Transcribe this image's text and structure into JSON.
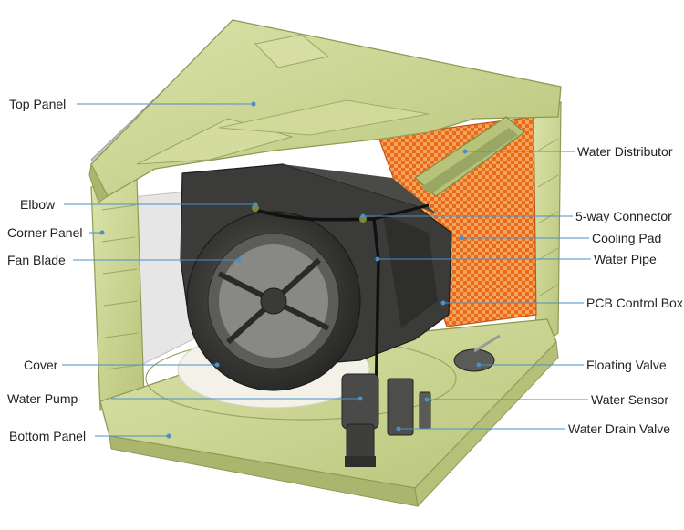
{
  "diagram": {
    "left_labels": [
      {
        "id": "top-panel",
        "text": "Top Panel"
      },
      {
        "id": "elbow",
        "text": "Elbow"
      },
      {
        "id": "corner-panel",
        "text": "Corner Panel"
      },
      {
        "id": "fan-blade",
        "text": "Fan Blade"
      },
      {
        "id": "cover",
        "text": "Cover"
      },
      {
        "id": "water-pump",
        "text": "Water Pump"
      },
      {
        "id": "bottom-panel",
        "text": "Bottom Panel"
      }
    ],
    "right_labels": [
      {
        "id": "water-distributor",
        "text": "Water Distributor"
      },
      {
        "id": "5-way-connector",
        "text": "5-way Connector"
      },
      {
        "id": "cooling-pad",
        "text": "Cooling Pad"
      },
      {
        "id": "water-pipe",
        "text": "Water Pipe"
      },
      {
        "id": "pcb-control-box",
        "text": "PCB Control Box"
      },
      {
        "id": "floating-valve",
        "text": "Floating Valve"
      },
      {
        "id": "water-sensor",
        "text": "Water Sensor"
      },
      {
        "id": "water-drain-valve",
        "text": "Water Drain Valve"
      }
    ]
  },
  "colors": {
    "housing": "#c9d48f",
    "housing_dark": "#a7b46a",
    "housing_light": "#dfe6b4",
    "cooling_pad": "#f07a2a",
    "fan": "#3a3a38",
    "leader": "#4a90c8"
  }
}
